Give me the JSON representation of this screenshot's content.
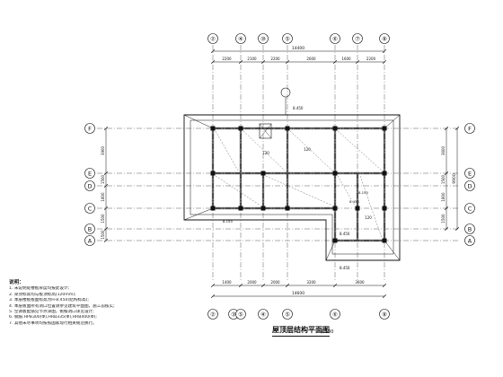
{
  "grid": {
    "top_axes": [
      "②",
      "④",
      "⑩",
      "⑤",
      "⑥",
      "⑦",
      "⑧"
    ],
    "bottom_axes": [
      "②",
      "③",
      "⑤",
      "④",
      "⑤",
      "⑥",
      "⑧"
    ],
    "left_axes": [
      "F",
      "E",
      "D",
      "C",
      "B",
      "A"
    ],
    "right_axes": [
      "F",
      "E",
      "D",
      "C",
      "B",
      "A"
    ]
  },
  "dimensions": {
    "top_total": "14400",
    "top_segments": [
      "2200",
      "2100",
      "2200",
      "2600",
      "1600",
      "2200"
    ],
    "bottom_total": "14600",
    "bottom_segments": [
      "1400",
      "2000",
      "2000",
      "3200",
      "3600"
    ],
    "left_segments": [
      "3900",
      "1500",
      "1800",
      "1500",
      "1500"
    ],
    "right_total": "9900",
    "right_segments": [
      "3600",
      "1500",
      "1800",
      "1500"
    ]
  },
  "plan_labels": {
    "elev_top": "8.450",
    "elev_mid": "8.450",
    "elev_bottom": "8.450",
    "slab_1": "120",
    "slab_2": "120",
    "slab_3": "120",
    "beam_1": "8.150",
    "beam_2": "8.450",
    "beam_3": "8.150"
  },
  "notes": {
    "title": "说明：",
    "items": [
      "1. 未说明处楼板厚度均按此设计;",
      "2. 梁顶标高均与板顶标高(120mm);",
      "3. 本层楼板板面标高为H-8.450(结构标高);",
      "4. 本层板面所有洞口位置请参见建筑平面图，施工前核实;",
      "5. 空调板配筋见节点详图，挑檐洞口详见设计;",
      "6. 钢筋:HPB300(Φ),HRB335(Φ),HRB400(Φ);",
      "7. 其他未尽事项均按照国家现行相关规范执行。"
    ]
  },
  "title": {
    "text": "屋顶层结构平面图",
    "scale": "1:100"
  }
}
